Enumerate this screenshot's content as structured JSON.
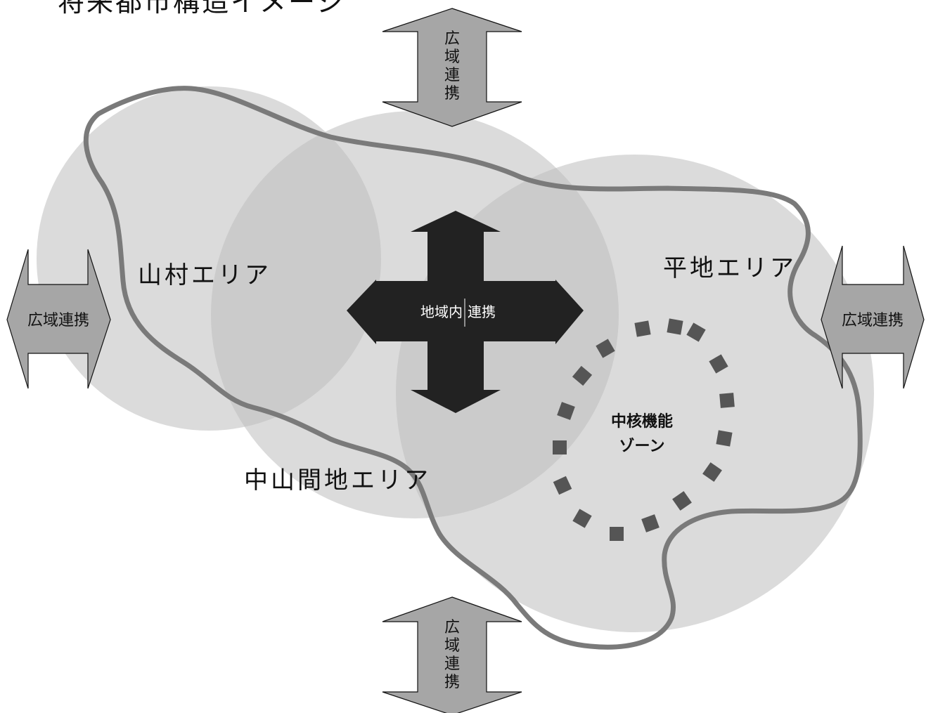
{
  "title": "将来都市構造イメージ",
  "areas": {
    "mountain_village": "山村エリア",
    "intermediate": "中山間地エリア",
    "flatland": "平地エリア"
  },
  "center_arrow": {
    "left_text": "地域内",
    "right_text": "連携"
  },
  "core_zone": {
    "line1": "中核機能",
    "line2": "ゾーン"
  },
  "wide_area_label": "広域連携",
  "wide_area_chars": [
    "広",
    "域",
    "連",
    "携"
  ],
  "colors": {
    "circle_fill": "#bdbdbd",
    "boundary_line": "#7a7a7a",
    "outer_arrow_fill": "#a6a6a6",
    "center_arrow_fill": "#222222",
    "core_dash": "#555555"
  }
}
